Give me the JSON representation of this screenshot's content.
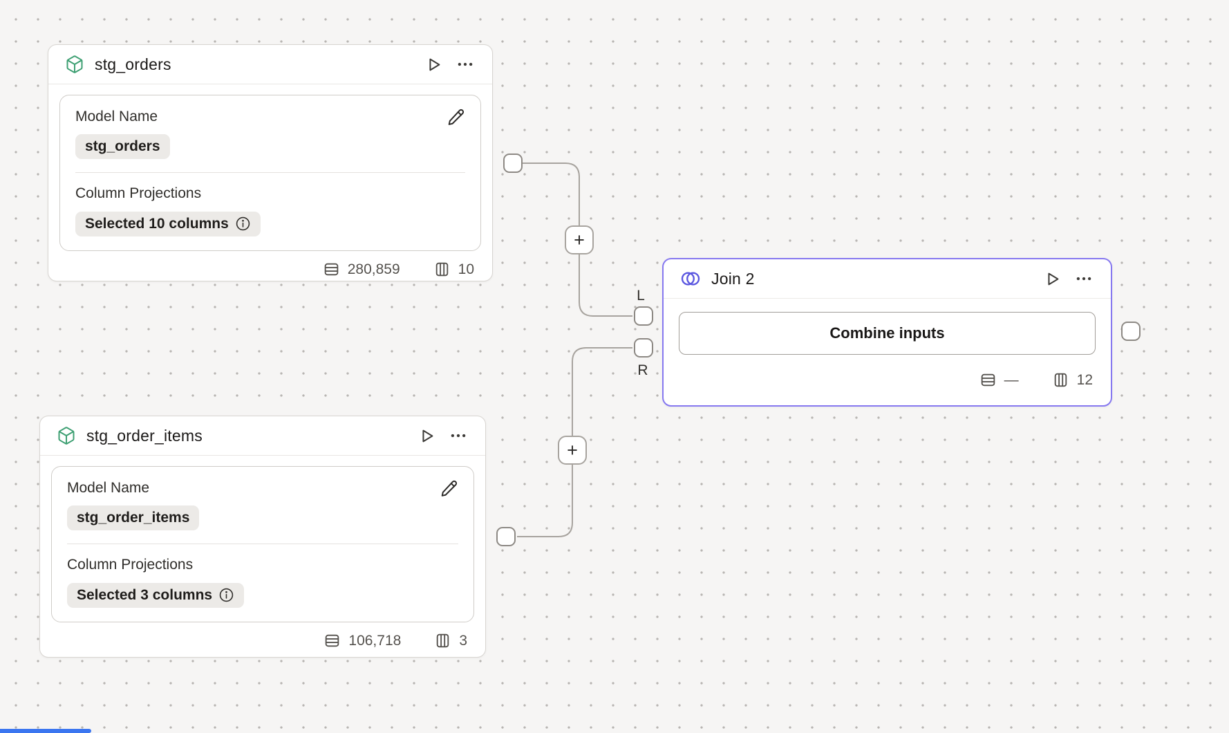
{
  "canvas": {
    "background": "#f6f5f4",
    "dot_color": "#b8b5b2",
    "scrollbar_color": "#3b76f0"
  },
  "colors": {
    "model_icon_green": "#3d9f72",
    "join_accent": "#8678f0",
    "join_icon_indigo": "#5b57e0",
    "edge_gray": "#a7a39e"
  },
  "edge_labels": {
    "left": "L",
    "right": "R"
  },
  "add_button_label": "+",
  "nodes": {
    "stg_orders": {
      "title": "stg_orders",
      "model_name_label": "Model Name",
      "model_name_value": "stg_orders",
      "column_projections_label": "Column Projections",
      "column_projections_value": "Selected 10 columns",
      "rows": "280,859",
      "columns": "10"
    },
    "stg_order_items": {
      "title": "stg_order_items",
      "model_name_label": "Model Name",
      "model_name_value": "stg_order_items",
      "column_projections_label": "Column Projections",
      "column_projections_value": "Selected 3 columns",
      "rows": "106,718",
      "columns": "3"
    },
    "join": {
      "title": "Join 2",
      "body_label": "Combine inputs",
      "rows": "—",
      "columns": "12"
    }
  }
}
